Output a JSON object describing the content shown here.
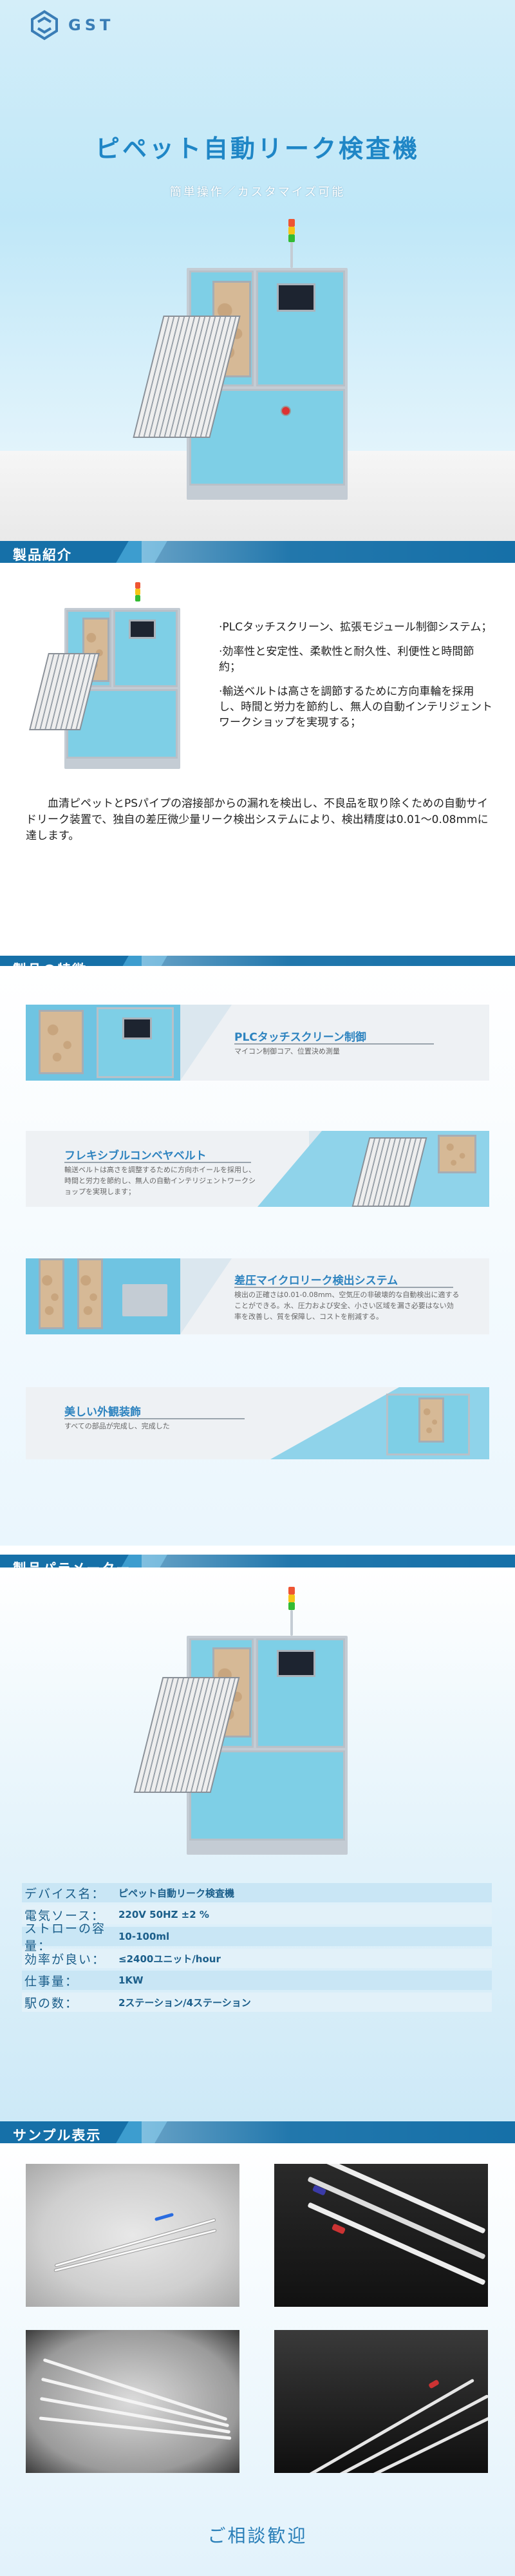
{
  "brand": {
    "name": "GST"
  },
  "hero": {
    "title": "ピペット自動リーク検査機",
    "subtitle": "簡単操作／カスタマイズ可能"
  },
  "sections": {
    "intro": "製品紹介",
    "features": "製品の特徴",
    "params": "製品パラメーター",
    "samples": "サンプル表示"
  },
  "intro": {
    "bullets": [
      "·PLCタッチスクリーン、拡張モジュール制御システム；",
      "·効率性と安定性、柔軟性と耐久性、利便性と時間節約；",
      "·輸送ベルトは高さを調節するために方向車輪を採用し、時間と労力を節約し、無人の自動インテリジェントワークショップを実現する；"
    ],
    "paragraph": "血清ピペットとPSパイプの溶接部からの漏れを検出し、不良品を取り除くための自動サイドリーク装置で、独自の差圧微少量リーク検出システムにより、検出精度は0.01～0.08mmに達します。"
  },
  "features": [
    {
      "title": "PLCタッチスクリーン制御",
      "desc": "マイコン制御コア、位置決め測量"
    },
    {
      "title": "フレキシブルコンベヤベルト",
      "desc": "輸送ベルトは高さを調整するために方向ホイールを採用し、時間と労力を節約し、無人の自動インテリジェントワークショップを実現します；"
    },
    {
      "title": "差圧マイクロリーク検出システム",
      "desc": "検出の正確さは0.01-0.08mm、空気圧の非破壊的な自動検出に適することができる。水、圧力および安全、小さい区域を漏さ必要はない効率を改善し、質を保障し、コストを削減する。"
    },
    {
      "title": "美しい外観装飾",
      "desc": "すべての部品が完成し、完成した"
    }
  ],
  "params": [
    {
      "label": "デバイス名：",
      "value": "ピペット自動リーク検査機"
    },
    {
      "label": "電気ソース：",
      "value": "220V 50HZ ±2 %"
    },
    {
      "label": "ストローの容量：",
      "value": "10-100ml"
    },
    {
      "label": "効率が良い：",
      "value": "≤2400ユニット/hour"
    },
    {
      "label": "仕事量：",
      "value": "1KW"
    },
    {
      "label": "駅の数：",
      "value": "2ステーション/4ステーション"
    }
  ],
  "samples": {
    "cta": "ご相談歓迎"
  },
  "colors": {
    "accent": "#1f86c6",
    "bar": "#1670a8",
    "panel": "#7ecfe6"
  }
}
